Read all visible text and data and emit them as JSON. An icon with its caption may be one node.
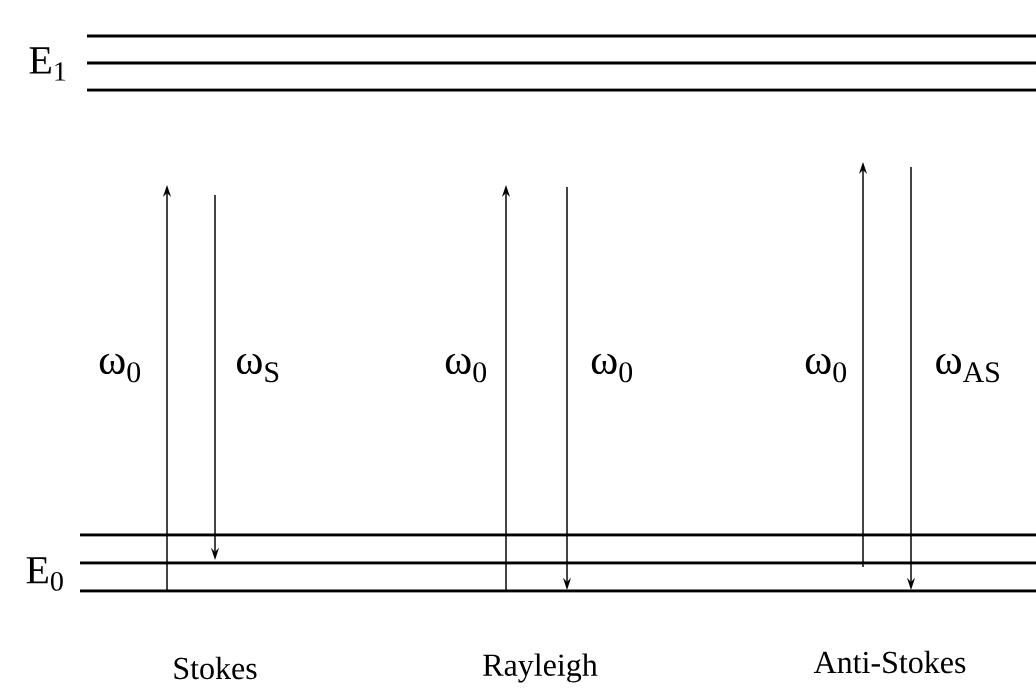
{
  "diagram": {
    "labels": [
      "E$_{1}$",
      "ω$_{0}$",
      "ω$_{S}$",
      "ω$_{0}$",
      "ω$_{0}$",
      "ω$_{0}$",
      "ω$_{AS}$",
      "E$_{0}$",
      "Stokes",
      "Rayleigh",
      "Anti-Stokes"
    ]
  }
}
